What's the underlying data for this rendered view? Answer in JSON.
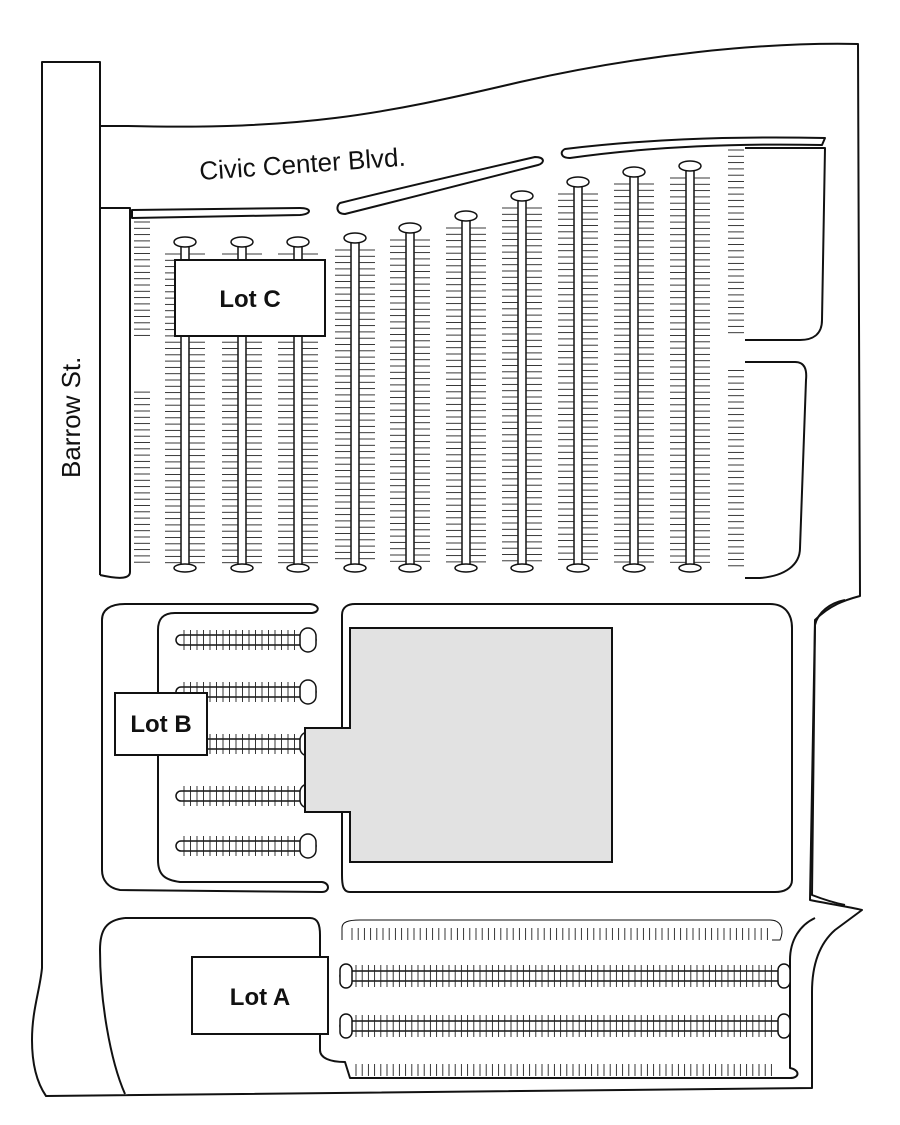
{
  "streets": {
    "north": "Civic Center Blvd.",
    "west": "Barrow St."
  },
  "lots": {
    "c": "Lot C",
    "b": "Lot B",
    "a": "Lot A"
  },
  "colors": {
    "building_fill": "#e2e2e2",
    "line": "#111111",
    "background": "#ffffff"
  }
}
